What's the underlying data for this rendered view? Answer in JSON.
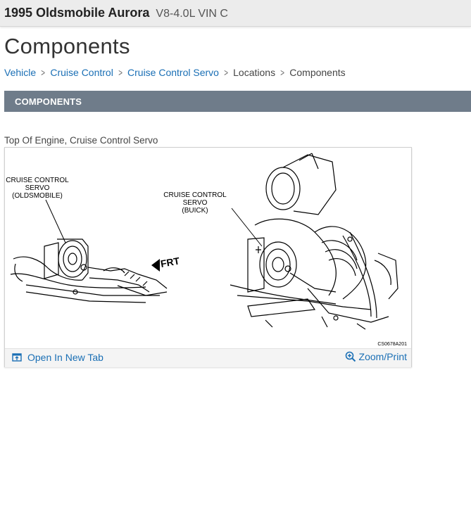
{
  "header": {
    "make_model": "1995 Oldsmobile Aurora",
    "engine": "V8-4.0L VIN C"
  },
  "page_title": "Components",
  "breadcrumb": [
    {
      "label": "Vehicle",
      "link": true
    },
    {
      "label": "Cruise Control",
      "link": true
    },
    {
      "label": "Cruise Control Servo",
      "link": true
    },
    {
      "label": "Locations",
      "link": false
    },
    {
      "label": "Components",
      "link": false
    }
  ],
  "section": {
    "title": "COMPONENTS"
  },
  "figure": {
    "caption": "Top Of Engine, Cruise Control Servo",
    "labels": {
      "left_line1": "CRUISE CONTROL",
      "left_line2": "SERVO",
      "left_line3": "(OLDSMOBILE)",
      "right_line1": "CRUISE CONTROL",
      "right_line2": "SERVO",
      "right_line3": "(BUICK)",
      "frt": "FRT",
      "code": "CS0678A201"
    },
    "open_tab_label": "Open In New Tab",
    "zoom_label": "Zoom/Print"
  }
}
